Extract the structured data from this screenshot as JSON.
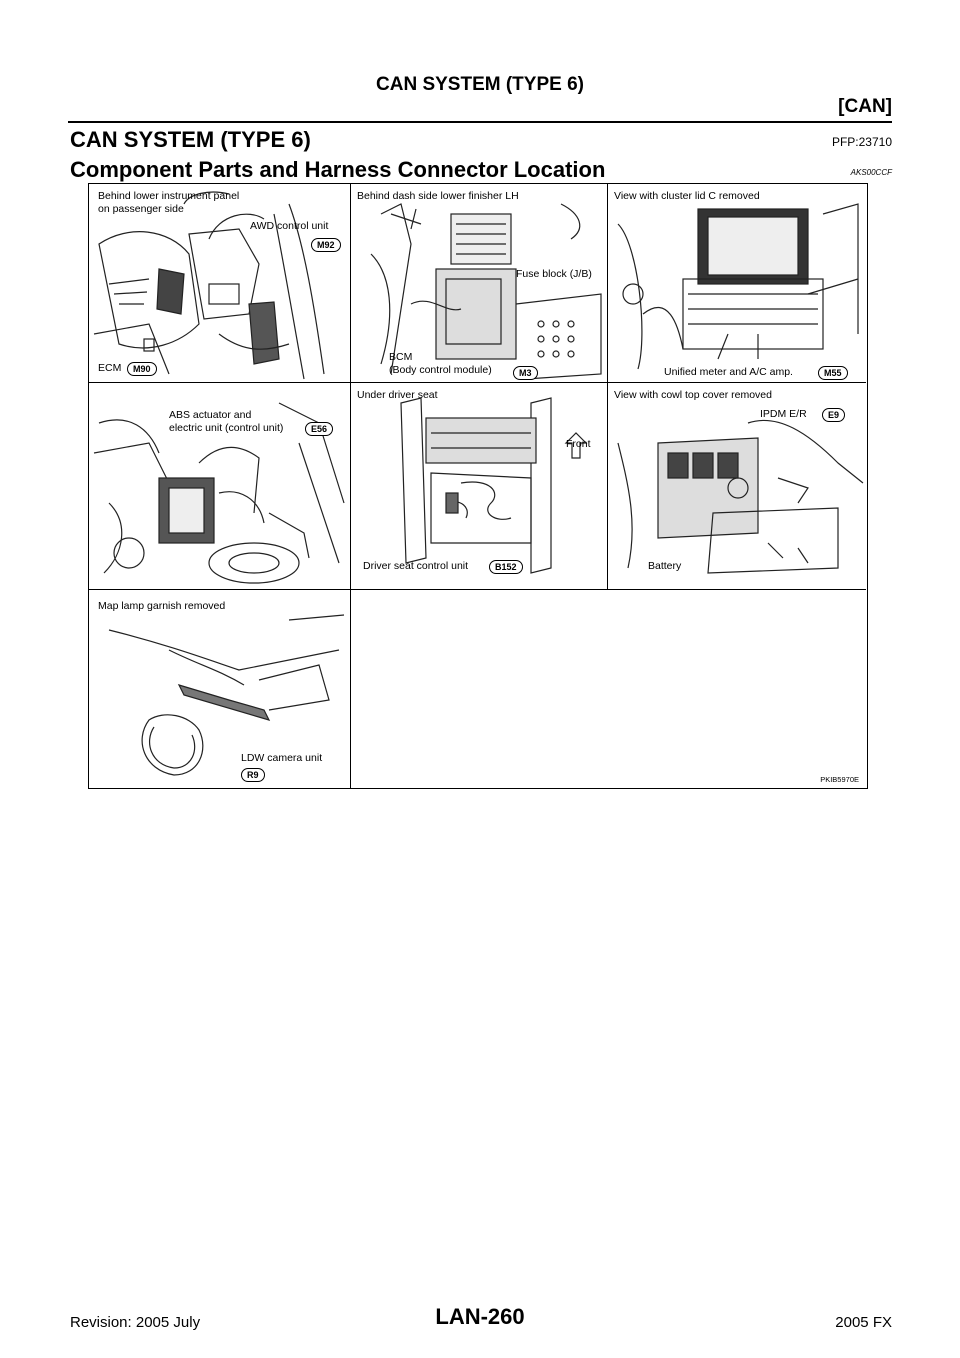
{
  "header": {
    "running_title": "CAN SYSTEM (TYPE 6)",
    "section_tag": "[CAN]"
  },
  "section": {
    "title": "CAN SYSTEM (TYPE 6)",
    "part_code": "PFP:23710"
  },
  "subsection": {
    "title": "Component Parts and Harness Connector Location",
    "doc_code": "AKS00CCF"
  },
  "figure": {
    "code": "PKIB5970E",
    "panels": [
      {
        "view": "Behind lower instrument panel\non passenger side",
        "callouts": [
          {
            "label": "AWD control unit",
            "connector": "M92"
          },
          {
            "label": "ECM",
            "connector": "M90"
          }
        ]
      },
      {
        "view": "Behind dash side lower finisher LH",
        "callouts": [
          {
            "label": "Fuse block (J/B)",
            "connector": ""
          },
          {
            "label": "BCM\n(Body control module)",
            "connector": "M3"
          }
        ]
      },
      {
        "view": "View with cluster lid C removed",
        "callouts": [
          {
            "label": "Unified meter and A/C amp.",
            "connector": "M55"
          }
        ]
      },
      {
        "view": "",
        "callouts": [
          {
            "label": "ABS actuator and\nelectric unit (control unit)",
            "connector": "E56"
          }
        ]
      },
      {
        "view": "Under driver seat",
        "callouts": [
          {
            "label": "Front",
            "connector": ""
          },
          {
            "label": "Driver seat control unit",
            "connector": "B152"
          }
        ]
      },
      {
        "view": "View with cowl top cover removed",
        "callouts": [
          {
            "label": "IPDM E/R",
            "connector": "E9"
          },
          {
            "label": "Battery",
            "connector": ""
          }
        ]
      },
      {
        "view": "Map lamp garnish removed",
        "callouts": [
          {
            "label": "LDW camera unit",
            "connector": "R9"
          }
        ]
      }
    ]
  },
  "footer": {
    "revision": "Revision: 2005 July",
    "page": "LAN-260",
    "model": "2005 FX"
  }
}
